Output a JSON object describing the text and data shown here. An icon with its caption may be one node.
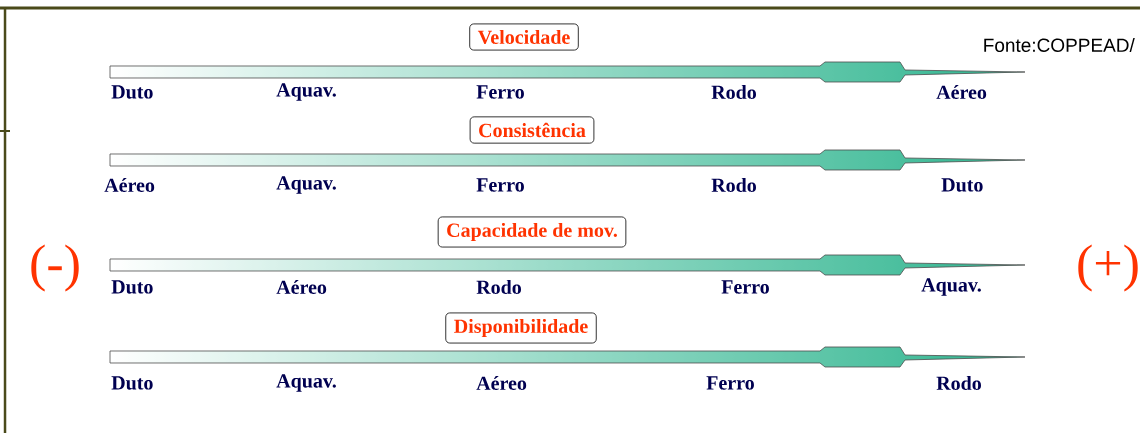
{
  "diagram": {
    "nodes": [
      {
        "text": [
          "Velocidade"
        ]
      },
      {
        "text": [
          "Consistência"
        ]
      },
      {
        "text": [
          "Capacidade de mov."
        ]
      },
      {
        "text": [
          "Disponibilidade"
        ]
      }
    ],
    "labels": [
      "Fonte:COPPEAD/",
      "Duto",
      "Aquav.",
      "Ferro",
      "Rodo",
      "Aéreo",
      "Aéreo",
      "Aquav.",
      "Ferro",
      "Rodo",
      "Duto",
      "(-)",
      "Duto",
      "Aéreo",
      "Rodo",
      "Ferro",
      "Aquav.",
      "(+)",
      "Duto",
      "Aquav.",
      "Aéreo",
      "Ferro",
      "Rodo"
    ]
  }
}
